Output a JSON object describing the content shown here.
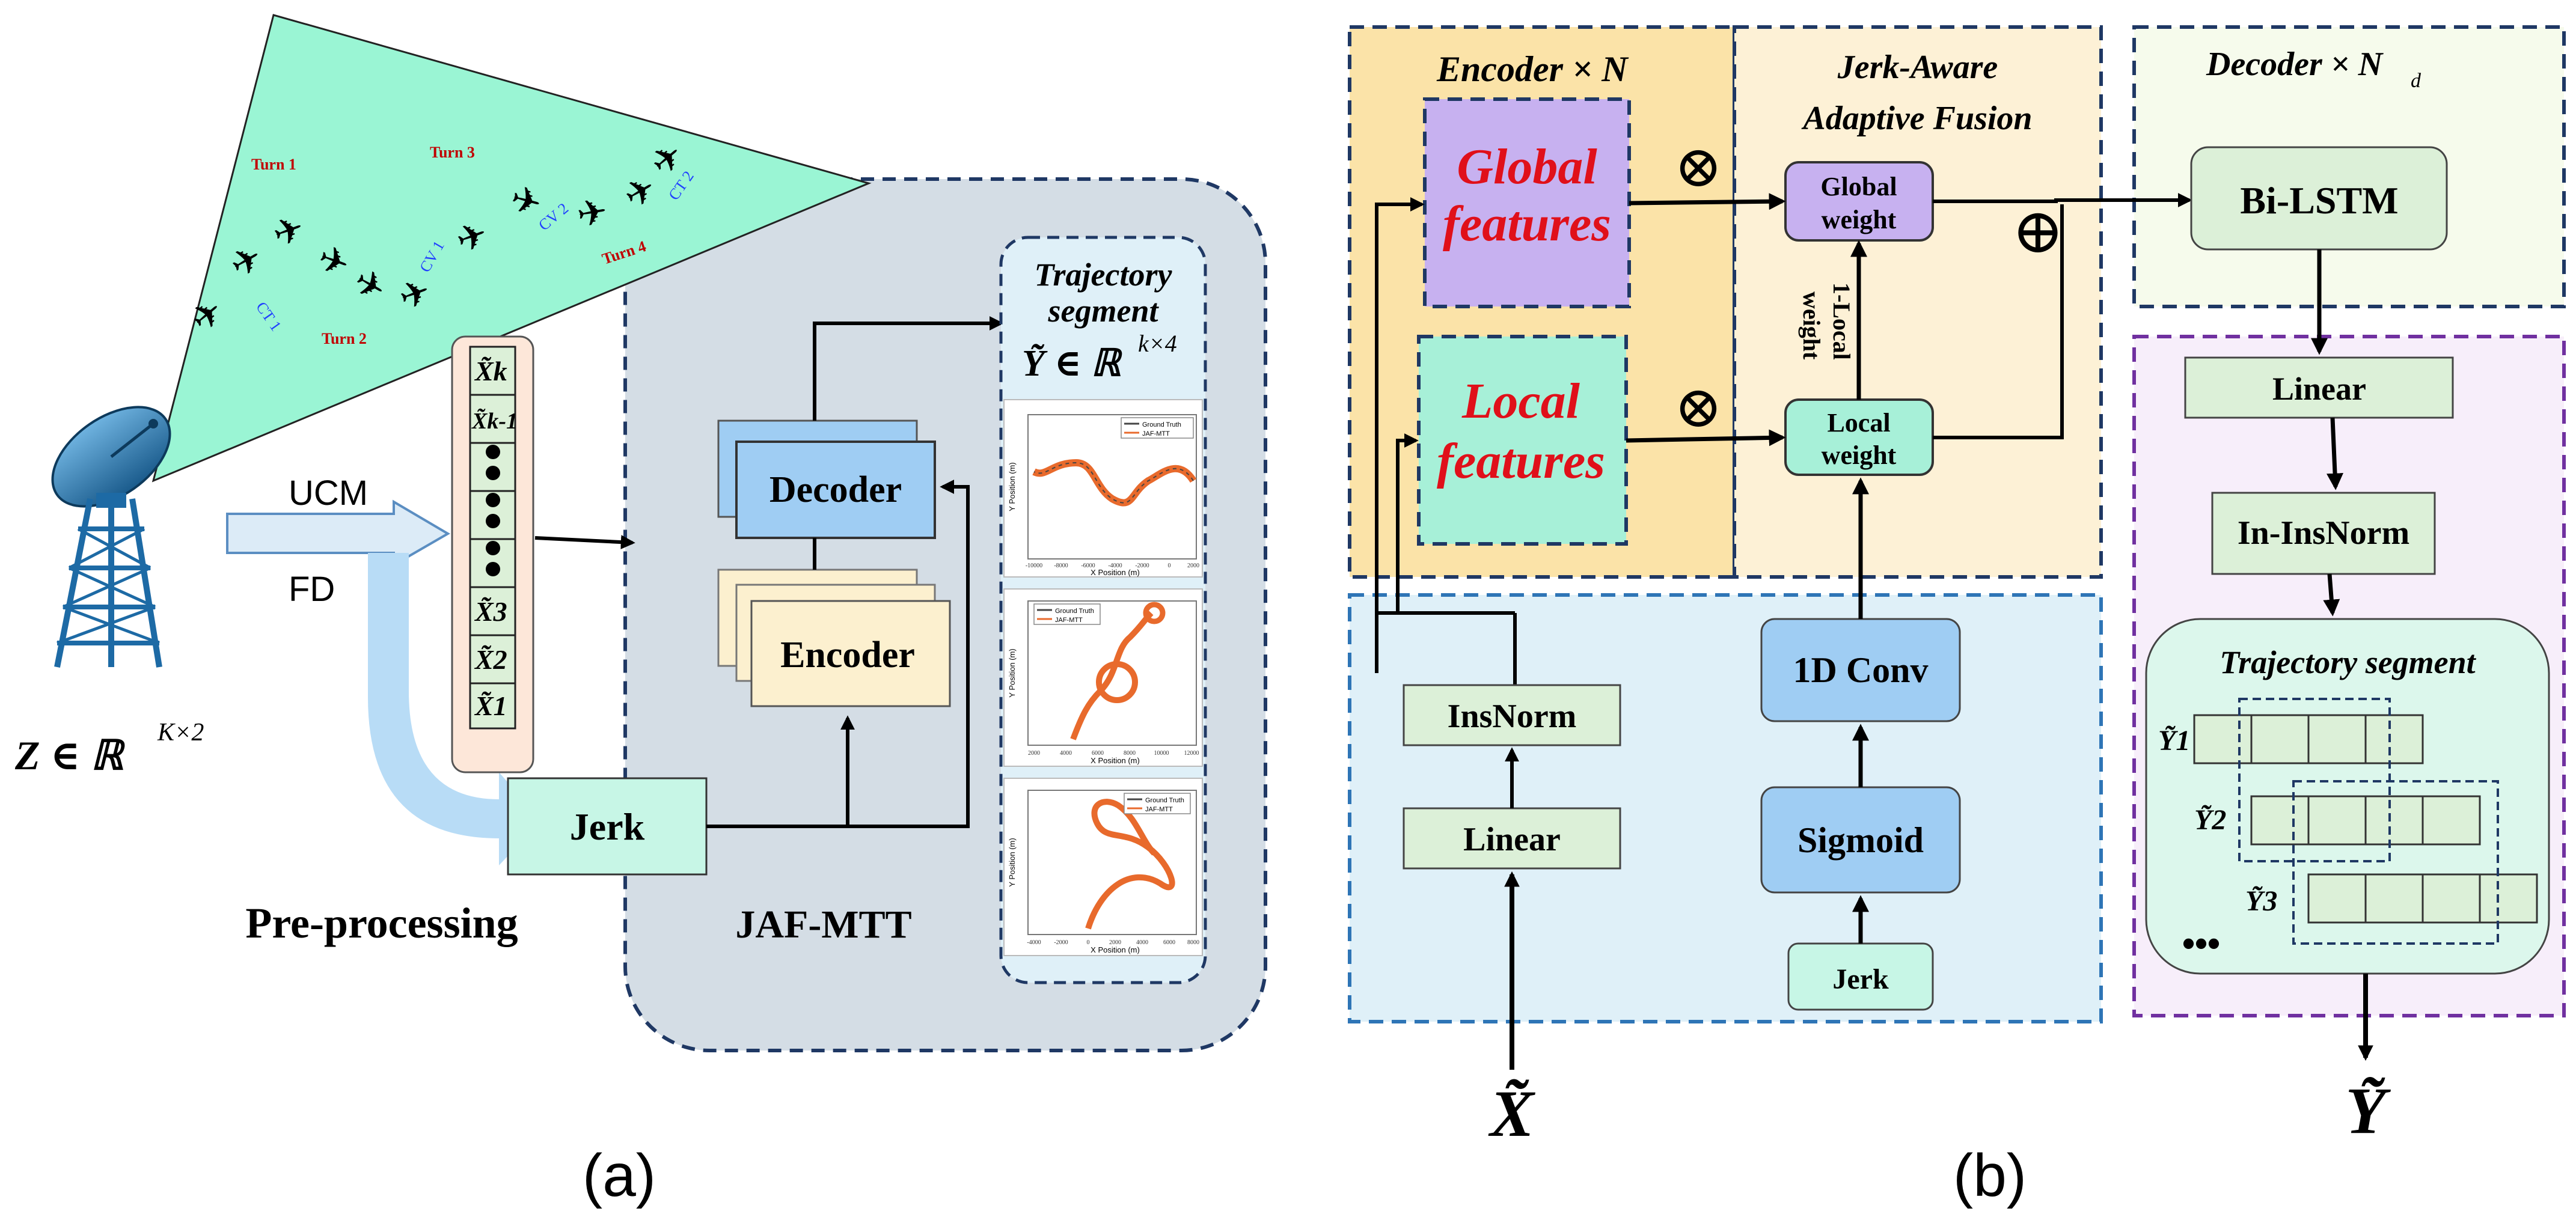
{
  "panel_a": {
    "caption": "(a)",
    "measurement_label": "Z ∈ ℝ",
    "measurement_sup": "K×2",
    "arrow_top_label": "UCM",
    "arrow_bottom_label": "FD",
    "preprocessing_label": "Pre-processing",
    "model_label": "JAF-MTT",
    "turn_labels": [
      "Turn 1",
      "Turn 3",
      "Turn 2",
      "Turn 4"
    ],
    "motion_labels": [
      "CT 1",
      "CV 1",
      "CV 2",
      "CT 2"
    ],
    "sequence_items": [
      "X̃k",
      "X̃k-1",
      "X̃3",
      "X̃2",
      "X̃1"
    ],
    "jerk_label": "Jerk",
    "decoder_label": "Decoder",
    "encoder_label": "Encoder",
    "segment_title_line1": "Trajectory",
    "segment_title_line2": "segment",
    "segment_formula": "Ỹ ∈ ℝ",
    "segment_formula_sup": "k×4",
    "plot_legend": [
      "Ground Truth",
      "JAF-MTT"
    ],
    "plot_xlabel": "X Position (m)",
    "plot_ylabel": "Y Position (m)",
    "plot1_xticks": [
      "-10000",
      "-8000",
      "-6000",
      "-4000",
      "-2000",
      "0",
      "2000"
    ],
    "plot2_xticks": [
      "2000",
      "4000",
      "6000",
      "8000",
      "10000",
      "12000"
    ],
    "plot3_xticks": [
      "-4000",
      "-2000",
      "0",
      "2000",
      "4000",
      "6000",
      "8000"
    ]
  },
  "panel_b": {
    "caption": "(b)",
    "encoder_title": "Encoder × N",
    "fusion_title_line1": "Jerk-Aware",
    "fusion_title_line2": "Adaptive Fusion",
    "decoder_title": "Decoder × N",
    "decoder_title_sub": "d",
    "global_features_line1": "Global",
    "global_features_line2": "features",
    "local_features_line1": "Local",
    "local_features_line2": "features",
    "global_weight_line1": "Global",
    "global_weight_line2": "weight",
    "local_weight_line1": "Local",
    "local_weight_line2": "weight",
    "one_minus_label_line1": "1-Local",
    "one_minus_label_line2": "weight",
    "multiply_symbol": "⊗",
    "add_symbol": "⊕",
    "insnorm_label": "InsNorm",
    "linear_label": "Linear",
    "conv_label": "1D Conv",
    "sigmoid_label": "Sigmoid",
    "jerk_label": "Jerk",
    "bilstm_label": "Bi-LSTM",
    "dec_linear_label": "Linear",
    "in_insnorm_label": "In-InsNorm",
    "segment_title": "Trajectory segment",
    "segment_rows": [
      "Ỹ1",
      "Ỹ2",
      "Ỹ3"
    ],
    "ellipsis": "•••",
    "input_symbol": "X̃",
    "output_symbol": "Ỹ"
  },
  "colors": {
    "navy_dash": "#1f3864",
    "blue_dash": "#2e75b6",
    "purple_dash": "#7030a0",
    "encoder_bg": "#fbe3a8",
    "fusion_bg": "#fdf1d6",
    "decoder_bg": "#f6fbec",
    "input_bg": "#dff0f8",
    "output_bg": "#f7eefa",
    "global_box": "#c7b1f0",
    "local_box": "#a7f0d8",
    "green_box": "#dcf0d8",
    "blue_box": "#9fcdf3",
    "red_text": "#e0101a",
    "radar_wedge": "#9af5d4"
  }
}
